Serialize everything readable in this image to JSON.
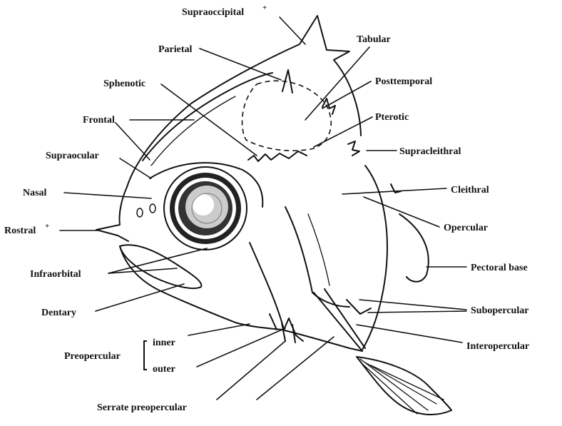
{
  "labels": {
    "supraoccipital": "Supraoccipital",
    "supraoccipital_mark": "+",
    "tabular": "Tabular",
    "parietal": "Parietal",
    "posttemporal": "Posttemporal",
    "sphenotic": "Sphenotic",
    "pterotic": "Pterotic",
    "frontal": "Frontal",
    "supracleithral": "Supracleithral",
    "supraocular": "Supraocular",
    "nasal": "Nasal",
    "cleithral": "Cleithral",
    "rostral": "Rostral",
    "rostral_mark": "+",
    "opercular": "Opercular",
    "pectoral_base": "Pectoral base",
    "infraorbital": "Infraorbital",
    "dentary": "Dentary",
    "subopercular": "Subopercular",
    "preopercular": "Preopercular",
    "preopercular_inner": "inner",
    "preopercular_outer": "outer",
    "interopercular": "Interopercular",
    "serrate_preopercular": "Serrate preopercular"
  }
}
